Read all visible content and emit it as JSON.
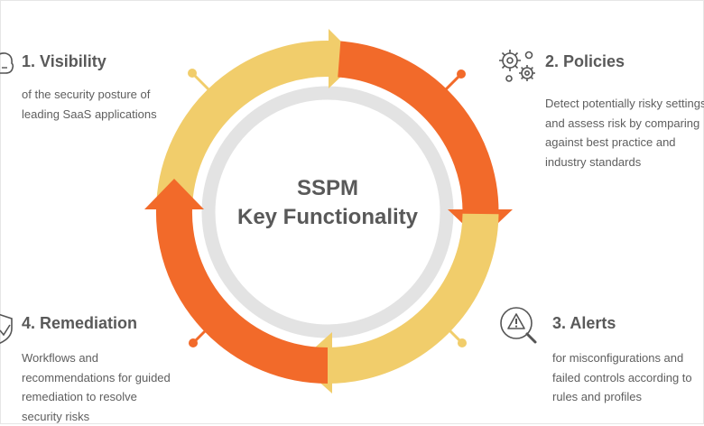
{
  "center": {
    "line1": "SSPM",
    "line2": "Key Functionality"
  },
  "colors": {
    "orange": "#f26a2a",
    "yellow": "#f1cd6b",
    "inner_ring": "#e3e3e3",
    "text": "#595959",
    "icon": "#555555"
  },
  "items": [
    {
      "title": "1. Visibility",
      "description": [
        "of the security posture of",
        "leading SaaS applications"
      ],
      "icon": "cloud-icon"
    },
    {
      "title": "2. Policies",
      "description": [
        "Detect potentially risky settings",
        "and assess risk by comparing",
        "against  best practice and",
        "industry standards"
      ],
      "icon": "gears-icon"
    },
    {
      "title": "3. Alerts",
      "description": [
        "for misconfigurations and",
        "failed controls according to",
        "rules and profiles"
      ],
      "icon": "warning-search-icon"
    },
    {
      "title": "4. Remediation",
      "description": [
        "Workflows and",
        "recommendations for guided",
        "remediation to resolve",
        "security risks"
      ],
      "icon": "shield-check-icon"
    }
  ]
}
